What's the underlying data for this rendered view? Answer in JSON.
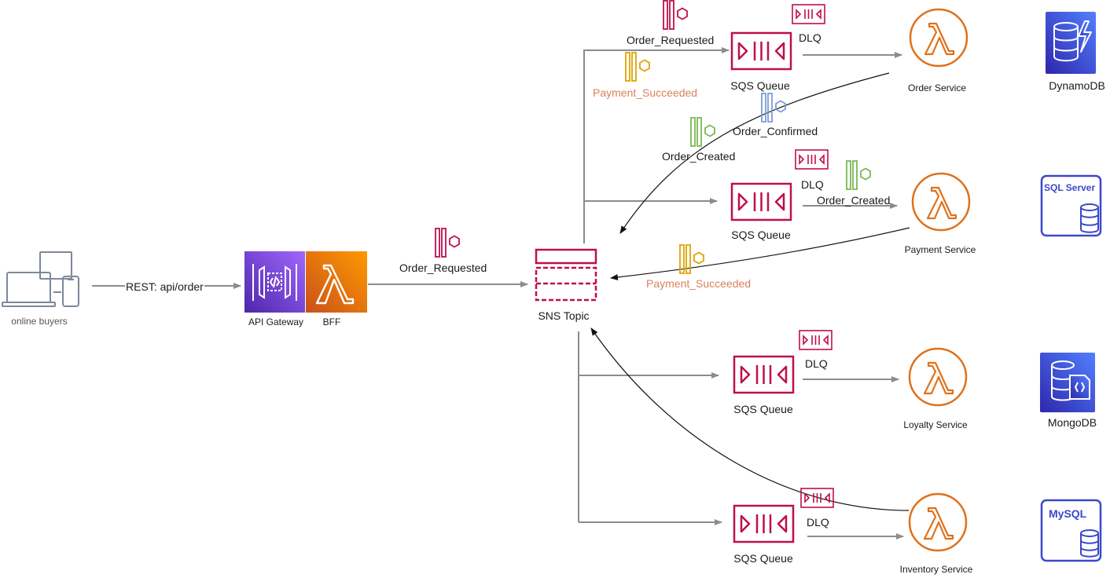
{
  "client": {
    "label": "online buyers"
  },
  "rest_edge": {
    "label": "REST:  api/order"
  },
  "api_gateway": {
    "label": "API Gateway"
  },
  "bff": {
    "label": "BFF"
  },
  "sns_topic": {
    "label": "SNS Topic"
  },
  "sns_edge": {
    "label": "Order_Requested"
  },
  "queues": [
    {
      "label": "SQS Queue",
      "dlq": "DLQ"
    },
    {
      "label": "SQS Queue",
      "dlq": "DLQ"
    },
    {
      "label": "SQS Queue",
      "dlq": "DLQ"
    },
    {
      "label": "SQS Queue",
      "dlq": "DLQ"
    }
  ],
  "services": [
    {
      "label": "Order Service"
    },
    {
      "label": "Payment Service"
    },
    {
      "label": "Loyalty Service"
    },
    {
      "label": "Inventory Service"
    }
  ],
  "databases": [
    {
      "label": "DynamoDB"
    },
    {
      "label": "SQL Server",
      "badge": "SQL Server"
    },
    {
      "label": "MongoDB"
    },
    {
      "label": "MySQL",
      "badge": "MySQL"
    }
  ],
  "events": {
    "order_requested_top": "Order_Requested",
    "payment_succeeded_top": "Payment_Succeeded",
    "order_confirmed": "Order_Confirmed",
    "order_created_left": "Order_Created",
    "order_created_right": "Order_Created",
    "payment_succeeded_mid": "Payment_Succeeded"
  },
  "colors": {
    "sqs": "#BF0F4E",
    "lambda": "#E0711A",
    "arrow": "#8C8C8C",
    "db": "#3B48CC",
    "api_gateway": "#7A3FE0",
    "ev_order_requested": "#BF0F4E",
    "ev_payment_succeeded": "#E0A400",
    "ev_order_confirmed": "#7E9CD6",
    "ev_order_created": "#79B856",
    "payment_text": "#D9825B"
  }
}
